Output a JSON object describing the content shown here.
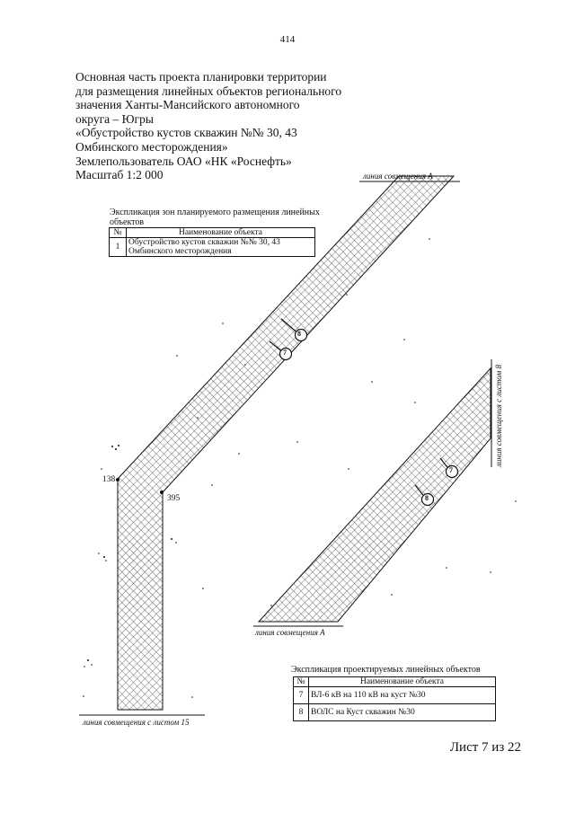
{
  "page_number": "414",
  "header": [
    "Основная часть проекта планировки территории",
    "для размещения линейных объектов регионального",
    "значения Ханты-Мансийского автономного",
    "округа – Югры",
    "«Обустройство кустов скважин №№ 30, 43",
    "Омбинского месторождения»",
    "Землепользователь ОАО «НК «Роснефть»",
    "Масштаб 1:2 000"
  ],
  "zones_explication": {
    "title_line1": "Экспликация зон планируемого размещения линейных",
    "title_line2": "объектов",
    "col_num": "№",
    "col_name": "Наименование объекта",
    "rows": [
      {
        "num": "1",
        "line1": "Обустройство кустов скважин №№ 30, 43",
        "line2": "Омбинского месторождения"
      }
    ]
  },
  "objects_explication": {
    "title": "Экспликация проектируемых линейных объектов",
    "col_num": "№",
    "col_name": "Наименование объекта",
    "rows": [
      {
        "num": "7",
        "name": "ВЛ-6 кВ на 110 кВ на куст №30"
      },
      {
        "num": "8",
        "name": "ВОЛС на Куст скважин №30"
      }
    ]
  },
  "map_labels": {
    "line_a_top": "линия совмещения А",
    "line_a_bottom": "линия совмещения А",
    "line_sheet8": "линия совмещения с листом 8",
    "line_sheet15": "линия совмещения с листом 15",
    "point_138": "138",
    "point_395": "395",
    "marker_7": "7",
    "marker_8": "8"
  },
  "sheet_label": "Лист 7 из 22",
  "colors": {
    "ink": "#111111",
    "hatch": "#333333"
  }
}
